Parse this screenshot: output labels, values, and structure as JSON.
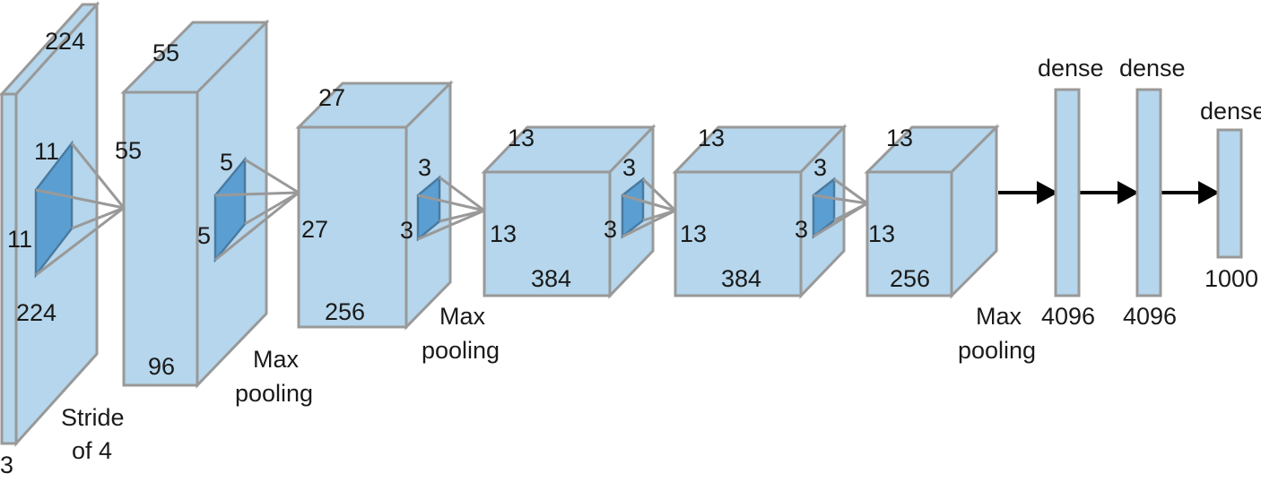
{
  "input": {
    "height": "224",
    "width": "224",
    "depth": "3"
  },
  "kernel1": {
    "h": "11",
    "w": "11"
  },
  "stride_label": {
    "line1": "Stride",
    "line2": "of 4"
  },
  "conv1": {
    "height": "55",
    "width": "55",
    "depth": "96"
  },
  "kernel2": {
    "h": "5",
    "w": "5"
  },
  "pool1": {
    "line1": "Max",
    "line2": "pooling"
  },
  "conv2": {
    "height": "27",
    "width": "27",
    "depth": "256"
  },
  "kernel3": {
    "h": "3",
    "w": "3"
  },
  "pool2": {
    "line1": "Max",
    "line2": "pooling"
  },
  "conv3": {
    "height": "13",
    "width": "13",
    "depth": "384"
  },
  "kernel4": {
    "h": "3",
    "w": "3"
  },
  "conv4": {
    "height": "13",
    "width": "13",
    "depth": "384"
  },
  "kernel5": {
    "h": "3",
    "w": "3"
  },
  "conv5": {
    "height": "13",
    "width": "13",
    "depth": "256"
  },
  "pool3": {
    "line1": "Max",
    "line2": "pooling"
  },
  "dense1": {
    "title": "dense",
    "size": "4096"
  },
  "dense2": {
    "title": "dense",
    "size": "4096"
  },
  "dense3": {
    "title": "dense",
    "size": "1000"
  },
  "colors": {
    "block_fill": "#b5d6ec",
    "block_stroke": "#999999",
    "kernel_fill": "#5b9fd2",
    "arrow": "#000000"
  }
}
